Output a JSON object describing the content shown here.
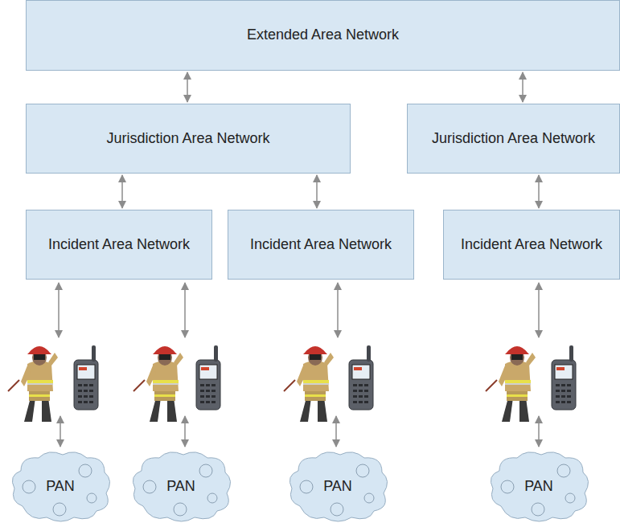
{
  "diagram": {
    "nodes": [
      {
        "text": [
          "Extended Area Network"
        ]
      },
      {
        "text": [
          "Jurisdiction Area Network"
        ]
      },
      {
        "text": [
          "Jurisdiction Area Network"
        ]
      },
      {
        "text": [
          "Incident Area Network"
        ]
      },
      {
        "text": [
          "Incident Area Network"
        ]
      },
      {
        "text": [
          "Incident Area Network"
        ]
      },
      {
        "text": [
          "PAN"
        ]
      },
      {
        "text": [
          "PAN"
        ]
      },
      {
        "text": [
          "PAN"
        ]
      },
      {
        "text": [
          "PAN"
        ]
      }
    ],
    "edges": [
      {
        "from": 0,
        "to": 1,
        "arrow": "both"
      },
      {
        "from": 0,
        "to": 2,
        "arrow": "both"
      },
      {
        "from": 1,
        "to": 3,
        "arrow": "both"
      },
      {
        "from": 1,
        "to": 4,
        "arrow": "both"
      },
      {
        "from": 2,
        "to": 5,
        "arrow": "both"
      }
    ]
  }
}
